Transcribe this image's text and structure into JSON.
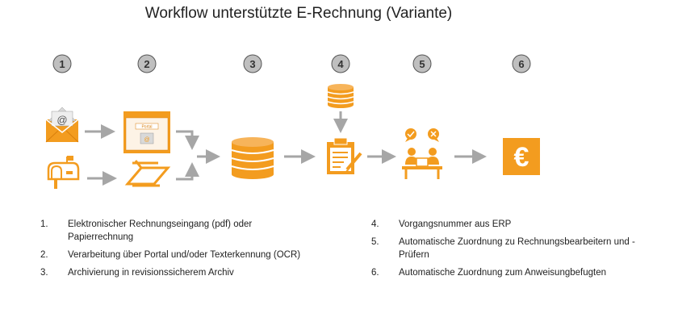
{
  "title": "Workflow unterstützte E-Rechnung (Variante)",
  "steps": [
    "1",
    "2",
    "3",
    "4",
    "5",
    "6"
  ],
  "icons": {
    "mail": "envelope-at-icon",
    "mailbox": "mailbox-icon",
    "portal": "portal-window-icon",
    "scanner": "scanner-icon",
    "archive": "database-icon",
    "erp": "database-small-icon",
    "clipboard": "clipboard-edit-icon",
    "review": "people-review-icon",
    "payment": "euro-icon"
  },
  "portal_window_label": "Portal",
  "euro_symbol": "€",
  "colors": {
    "accent": "#F39C1F",
    "arrow": "#A6A6A6",
    "circle_fill": "#BFBFBF"
  },
  "legend_left": [
    {
      "num": "1.",
      "text": "Elektronischer Rechnungseingang (pdf) oder Papierrechnung"
    },
    {
      "num": "2.",
      "text": "Verarbeitung über Portal und/oder Texterkennung (OCR)"
    },
    {
      "num": "3.",
      "text": "Archivierung in revisionssicherem Archiv"
    }
  ],
  "legend_right": [
    {
      "num": "4.",
      "text": "Vorgangsnummer aus ERP"
    },
    {
      "num": "5.",
      "text": "Automatische Zuordnung zu Rechnungsbearbeitern und -Prüfern"
    },
    {
      "num": "6.",
      "text": "Automatische Zuordnung zum Anweisungbefugten"
    }
  ]
}
